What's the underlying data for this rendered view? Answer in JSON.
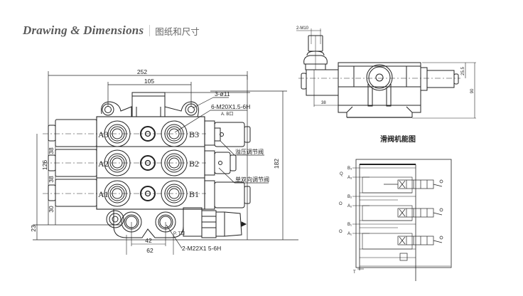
{
  "header": {
    "title_en": "Drawing & Dimensions",
    "title_cn": "图纸和尺寸"
  },
  "front_view": {
    "dims": {
      "overall_width": "252",
      "mount_hole_spacing": "105",
      "height_total": "182",
      "height_ports": "126",
      "pitch_1": "38",
      "pitch_2": "38",
      "pitch_3": "30",
      "bottom_offset": "23",
      "inlet_spacing": "42",
      "inlet_outer": "62"
    },
    "callouts": {
      "mount_holes": "3-ø11",
      "work_ports": "6-M20X1.5-6H",
      "work_ports_sub": "A. B口",
      "relief_valve": "溢压调节阀",
      "check_valve": "单双向调节阀",
      "inlet_ports": "2-M22X1 5-6H",
      "inlet_ports_sub": "P. T口"
    },
    "ports_a": [
      "A3",
      "A2",
      "A1"
    ],
    "ports_b": [
      "B3",
      "B2",
      "B1"
    ]
  },
  "side_view": {
    "callout_thread": "2-M10",
    "dims": {
      "offset_left": "38",
      "axis_height": "25.5",
      "total_height": "90"
    }
  },
  "schematic": {
    "title": "滑阀机能图",
    "labels": {
      "b3": "B₃",
      "a3": "A₃",
      "b2": "B₂",
      "a2": "A₂",
      "b1": "B₁",
      "a1": "A₁",
      "q": "Q",
      "o_mid": "O",
      "o_low": "O",
      "t": "T"
    }
  }
}
